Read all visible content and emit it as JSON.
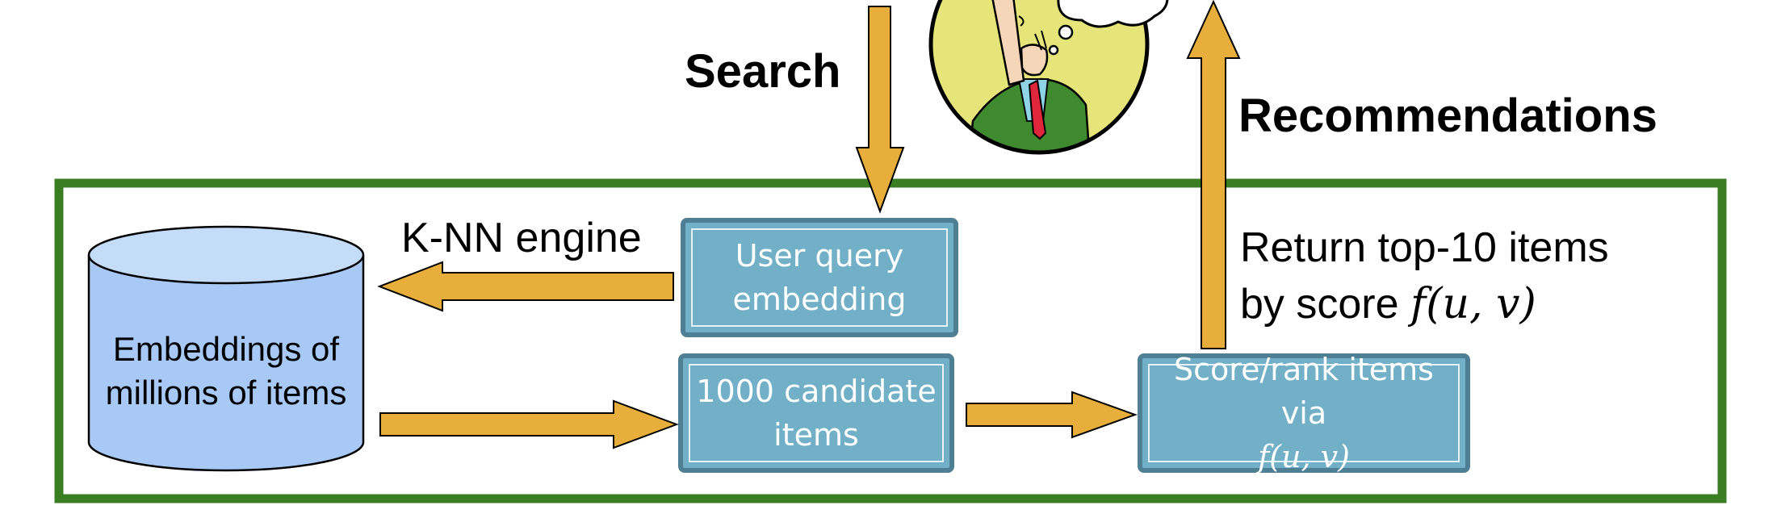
{
  "labels": {
    "search": "Search",
    "recommendations": "Recommendations",
    "knn_engine": "K-NN engine",
    "return_line1": "Return top-10 items",
    "return_line2_prefix": "by score ",
    "return_line2_math": "f(u, v)"
  },
  "database": {
    "line1": "Embeddings of",
    "line2": "millions of items"
  },
  "boxes": {
    "user_query": {
      "line1": "User query",
      "line2": "embedding"
    },
    "candidates": {
      "line1": "1000 candidate",
      "line2": "items"
    },
    "score_rank": {
      "line1": "Score/rank items",
      "line2_prefix": "via ",
      "line2_math": "f(u, v)"
    }
  },
  "colors": {
    "frame": "#3a7d22",
    "box_fill": "#72b0c7",
    "box_border": "#4f7f93",
    "arrow": "#e8ae3c",
    "cylinder_body": "#a8c8f5",
    "cylinder_top": "#c5dcf9",
    "portrait_bg": "#e6e57a"
  },
  "icons": {
    "user_portrait": "thinking-person-icon"
  }
}
